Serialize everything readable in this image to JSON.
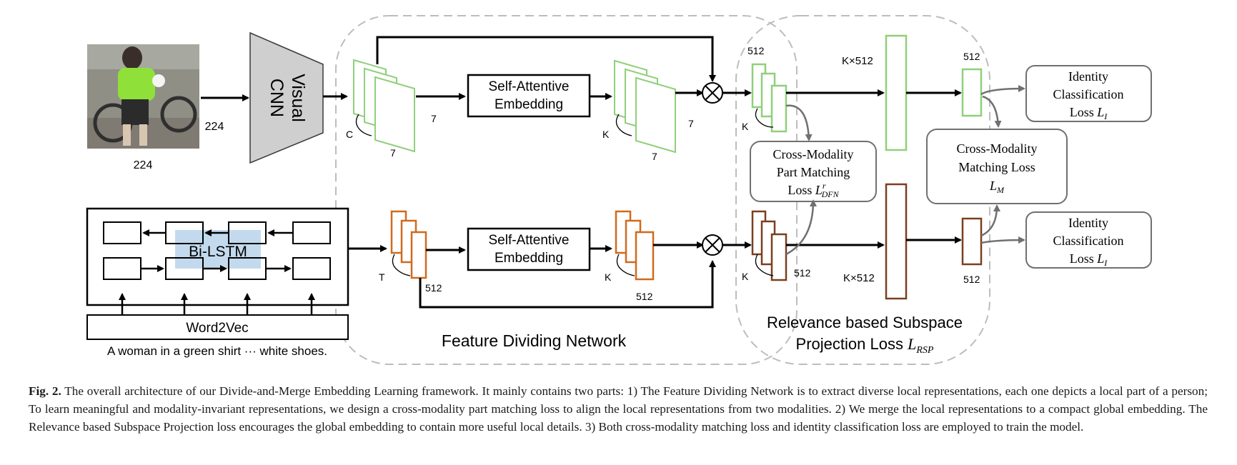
{
  "visual_cnn": {
    "line1": "Visual",
    "line2": "CNN"
  },
  "dims": {
    "input_w": "224",
    "input_h": "224",
    "c": "C",
    "k": "K",
    "t": "T",
    "seven": "7",
    "d512": "512",
    "k512": "K×512"
  },
  "sae_line1": "Self-Attentive",
  "sae_line2": "Embedding",
  "bilstm": "Bi-LSTM",
  "word2vec": "Word2Vec",
  "sentence": "A woman in a green shirt ··· white shoes.",
  "fdn_label": "Feature Dividing Network",
  "rsp_line1": "Relevance based Subspace",
  "rsp_line2": "Projection Loss",
  "rsp_symbol": "L",
  "rsp_sub": "RSP",
  "cmpm": {
    "line1": "Cross-Modality",
    "line2": "Part Matching",
    "line3": "Loss",
    "sym": "L",
    "sup": "r",
    "sub": "DFN"
  },
  "cmm": {
    "line1": "Cross-Modality",
    "line2": "Matching Loss",
    "sym": "L",
    "sub": "M"
  },
  "idc": {
    "line1": "Identity",
    "line2": "Classification",
    "line3": "Loss",
    "sym": "L",
    "sub": "I"
  },
  "caption": {
    "label": "Fig. 2.",
    "text": "The overall architecture of our Divide-and-Merge Embedding Learning framework. It mainly contains two parts: 1) The Feature Dividing Network is to extract diverse local representations, each one depicts a local part of a person; To learn meaningful and modality-invariant representations, we design a cross-modality part matching loss to align the local representations from two modalities. 2) We merge the local representations to a compact global embedding. The Relevance based Subspace Projection loss encourages the global embedding to contain more useful local details. 3) Both cross-modality matching loss and identity classification loss are employed to train the model."
  },
  "colors": {
    "green": "#8fd07a",
    "orange": "#d06a1e",
    "brown": "#7b3f1f",
    "gray": "#707070",
    "dashed": "#bdbdbd",
    "cnn": "#cfcfcf",
    "lstm": "#bcd6ec"
  }
}
